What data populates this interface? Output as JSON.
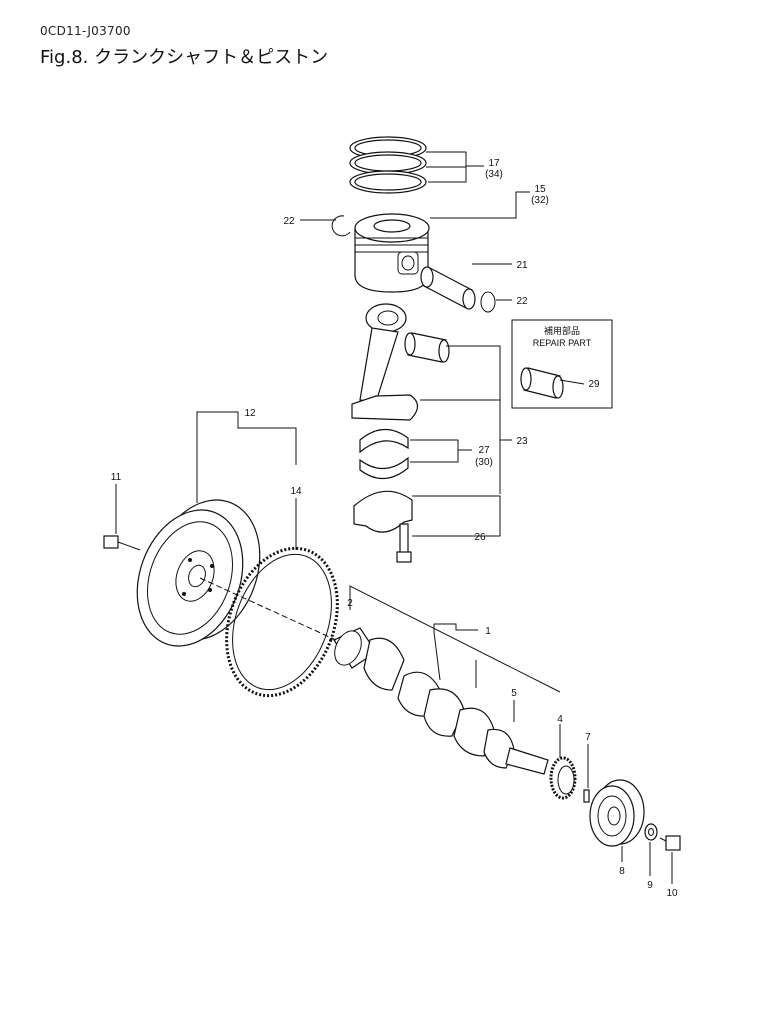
{
  "header": {
    "doc_code": "0CD11-J03700",
    "figure_title": "Fig.8.  クランクシャフト＆ピストン"
  },
  "repair_box": {
    "title_jp": "補用部品",
    "title_en": "REPAIR PART"
  },
  "callouts": {
    "c17": "17",
    "c34": "(34)",
    "c15": "15",
    "c32": "(32)",
    "c22a": "22",
    "c21": "21",
    "c22b": "22",
    "c29": "29",
    "c27": "27",
    "c30": "(30)",
    "c23": "23",
    "c26": "26",
    "c12": "12",
    "c11": "11",
    "c14": "14",
    "c2": "2",
    "c1": "1",
    "c5": "5",
    "c4": "4",
    "c7": "7",
    "c8": "8",
    "c9": "9",
    "c10": "10"
  }
}
